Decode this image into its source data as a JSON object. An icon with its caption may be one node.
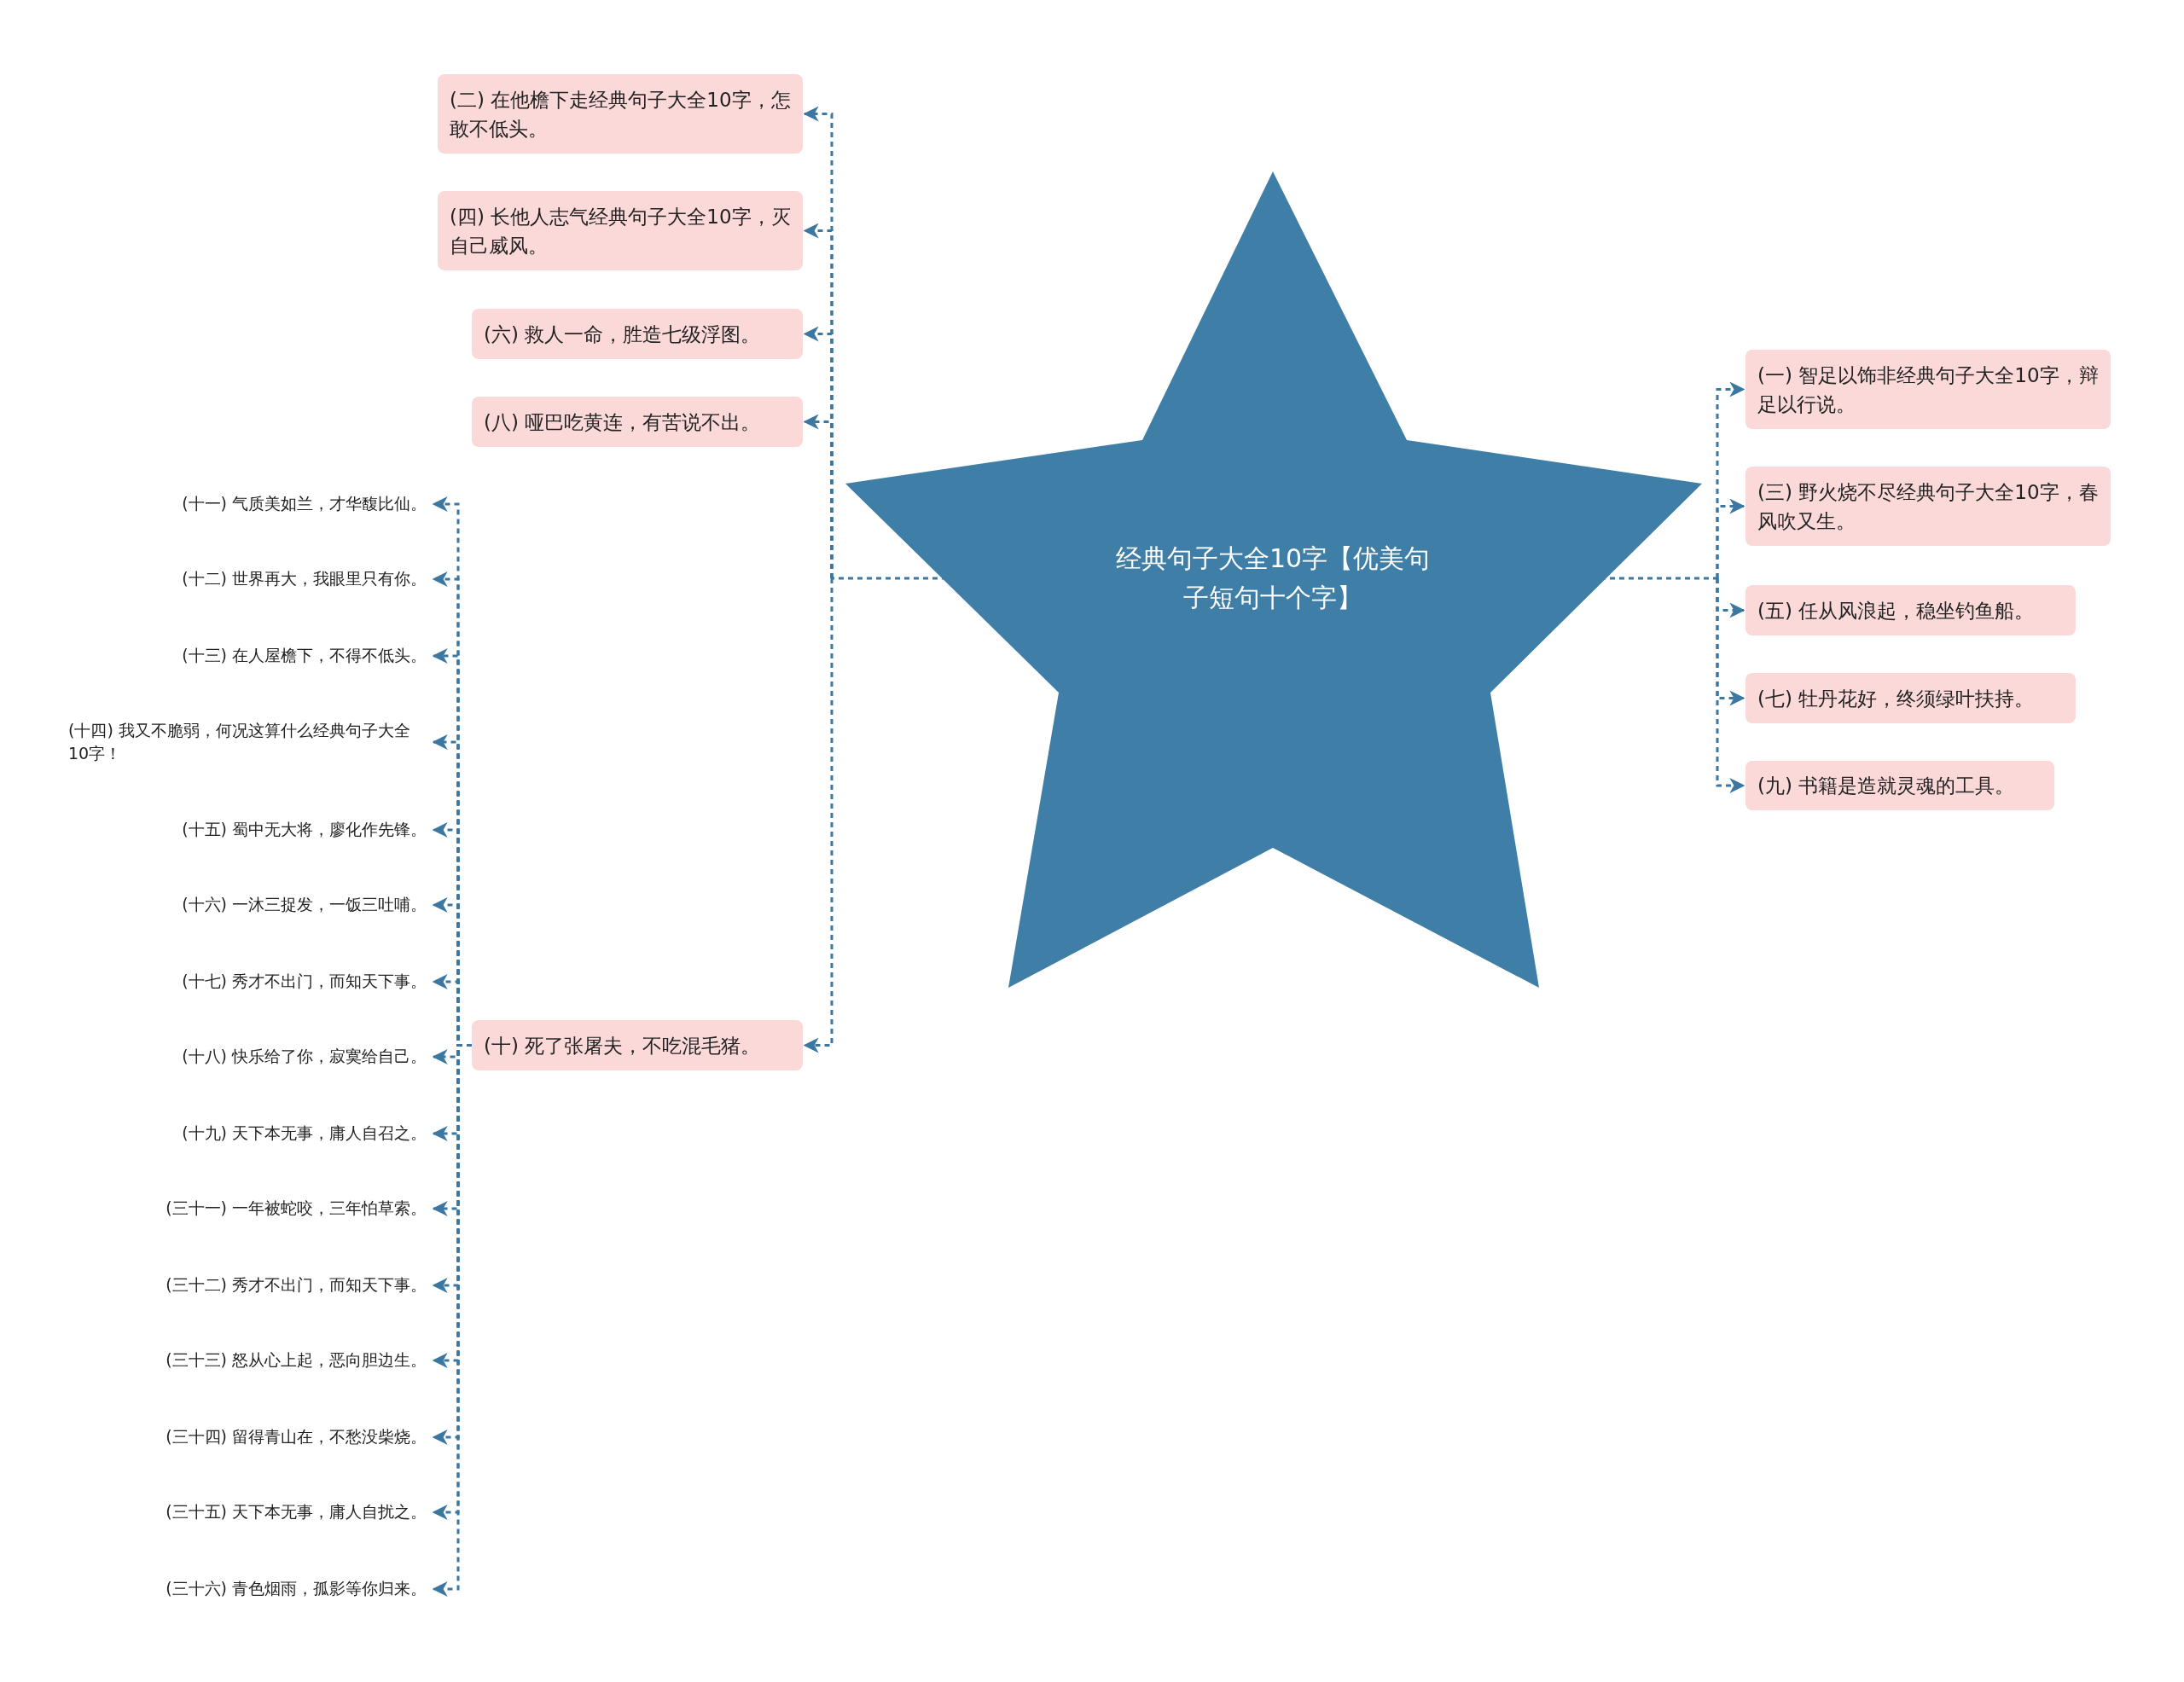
{
  "diagram": {
    "nodes": [
      {
        "text": [
          "经典句子大全10字【优美句子短句十个字】"
        ]
      },
      {
        "text": [
          "(一) 智足以饰非经典句子大全10字，辩足以行说。"
        ]
      },
      {
        "text": [
          "(三) 野火烧不尽经典句子大全10字，春风吹又生。"
        ]
      },
      {
        "text": [
          "(五) 任从风浪起，稳坐钓鱼船。"
        ]
      },
      {
        "text": [
          "(七) 牡丹花好，终须绿叶扶持。"
        ]
      },
      {
        "text": [
          "(九) 书籍是造就灵魂的工具。"
        ]
      },
      {
        "text": [
          "(二) 在他檐下走经典句子大全10字，怎敢不低头。"
        ]
      },
      {
        "text": [
          "(四) 长他人志气经典句子大全10字，灭自己威风。"
        ]
      },
      {
        "text": [
          "(六) 救人一命，胜造七级浮图。"
        ]
      },
      {
        "text": [
          "(八) 哑巴吃黄连，有苦说不出。"
        ]
      },
      {
        "text": [
          "(十) 死了张屠夫，不吃混毛猪。"
        ]
      },
      {
        "text": [
          "(十一) 气质美如兰，才华馥比仙。"
        ]
      },
      {
        "text": [
          "(十二) 世界再大，我眼里只有你。"
        ]
      },
      {
        "text": [
          "(十三) 在人屋檐下，不得不低头。"
        ]
      },
      {
        "text": [
          "(十四) 我又不脆弱，何况这算什么经典句子大全10字！"
        ]
      },
      {
        "text": [
          "(十五) 蜀中无大将，廖化作先锋。"
        ]
      },
      {
        "text": [
          "(十六) 一沐三捉发，一饭三吐哺。"
        ]
      },
      {
        "text": [
          "(十七) 秀才不出门，而知天下事。"
        ]
      },
      {
        "text": [
          "(十八) 快乐给了你，寂寞给自己。"
        ]
      },
      {
        "text": [
          "(十九) 天下本无事，庸人自召之。"
        ]
      },
      {
        "text": [
          "(三十一) 一年被蛇咬，三年怕草索。"
        ]
      },
      {
        "text": [
          "(三十二) 秀才不出门，而知天下事。"
        ]
      },
      {
        "text": [
          "(三十三) 怒从心上起，恶向胆边生。"
        ]
      },
      {
        "text": [
          "(三十四) 留得青山在，不愁没柴烧。"
        ]
      },
      {
        "text": [
          "(三十五) 天下本无事，庸人自扰之。"
        ]
      },
      {
        "text": [
          "(三十六) 青色烟雨，孤影等你归来。"
        ]
      }
    ],
    "edges": [
      {
        "from": 0,
        "to": 1,
        "arrow": "to",
        "style": "dashed"
      },
      {
        "from": 0,
        "to": 2,
        "arrow": "to",
        "style": "dashed"
      },
      {
        "from": 0,
        "to": 3,
        "arrow": "to",
        "style": "dashed"
      },
      {
        "from": 0,
        "to": 4,
        "arrow": "to",
        "style": "dashed"
      },
      {
        "from": 0,
        "to": 5,
        "arrow": "to",
        "style": "dashed"
      },
      {
        "from": 0,
        "to": 6,
        "arrow": "to",
        "style": "dashed"
      },
      {
        "from": 0,
        "to": 7,
        "arrow": "to",
        "style": "dashed"
      },
      {
        "from": 0,
        "to": 8,
        "arrow": "to",
        "style": "dashed"
      },
      {
        "from": 0,
        "to": 9,
        "arrow": "to",
        "style": "dashed"
      },
      {
        "from": 0,
        "to": 10,
        "arrow": "to",
        "style": "dashed"
      },
      {
        "from": 10,
        "to": 11,
        "arrow": "to",
        "style": "dashed"
      },
      {
        "from": 10,
        "to": 12,
        "arrow": "to",
        "style": "dashed"
      },
      {
        "from": 10,
        "to": 13,
        "arrow": "to",
        "style": "dashed"
      },
      {
        "from": 10,
        "to": 14,
        "arrow": "to",
        "style": "dashed"
      },
      {
        "from": 10,
        "to": 15,
        "arrow": "to",
        "style": "dashed"
      },
      {
        "from": 10,
        "to": 16,
        "arrow": "to",
        "style": "dashed"
      },
      {
        "from": 10,
        "to": 17,
        "arrow": "to",
        "style": "dashed"
      },
      {
        "from": 10,
        "to": 18,
        "arrow": "to",
        "style": "dashed"
      },
      {
        "from": 10,
        "to": 19,
        "arrow": "to",
        "style": "dashed"
      },
      {
        "from": 10,
        "to": 20,
        "arrow": "to",
        "style": "dashed"
      },
      {
        "from": 10,
        "to": 21,
        "arrow": "to",
        "style": "dashed"
      },
      {
        "from": 10,
        "to": 22,
        "arrow": "to",
        "style": "dashed"
      },
      {
        "from": 10,
        "to": 23,
        "arrow": "to",
        "style": "dashed"
      },
      {
        "from": 10,
        "to": 24,
        "arrow": "to",
        "style": "dashed"
      },
      {
        "from": 10,
        "to": 25,
        "arrow": "to",
        "style": "dashed"
      }
    ]
  }
}
